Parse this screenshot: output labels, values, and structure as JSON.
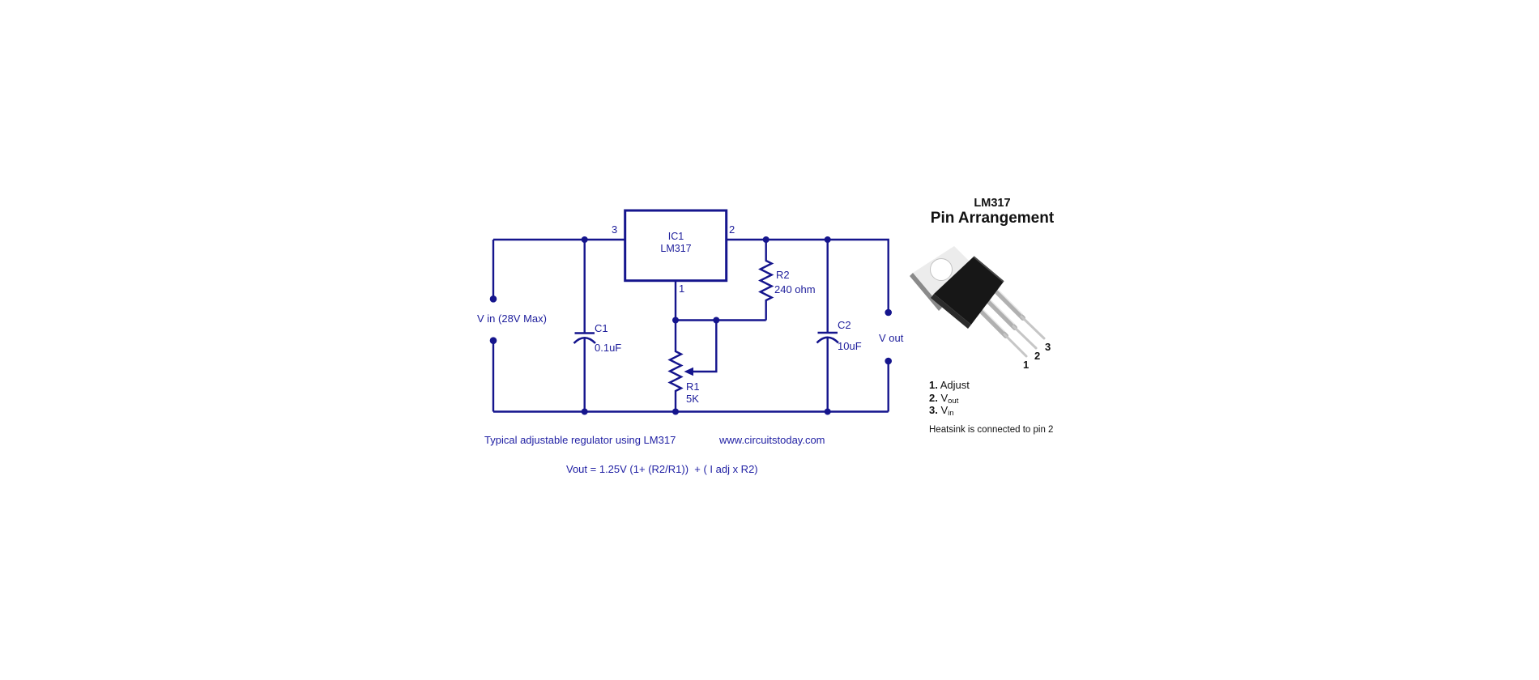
{
  "colors": {
    "background": "#ffffff",
    "wire": "#15158D",
    "schematic_text": "#1D1D9B",
    "panel_text": "#111111"
  },
  "schematic": {
    "ic": {
      "ref": "IC1",
      "part": "LM317"
    },
    "pin_labels": {
      "input": "3",
      "output": "2",
      "adjust": "1"
    },
    "input_label": "V in (28V Max)",
    "output_label": "V out",
    "components": {
      "c1": {
        "name": "C1",
        "value": "0.1uF"
      },
      "c2": {
        "name": "C2",
        "value": "10uF"
      },
      "r1": {
        "name": "R1",
        "value": "5K"
      },
      "r2": {
        "name": "R2",
        "value": "240 ohm"
      }
    },
    "caption": "Typical adjustable regulator using LM317",
    "website": "www.circuitstoday.com",
    "formula": "Vout = 1.25V (1+ (R2/R1))  + ( I adj x R2)"
  },
  "pin_panel": {
    "title_line1": "LM317",
    "title_line2": "Pin Arrangement",
    "package_pin_numbers": {
      "p1": "1",
      "p2": "2",
      "p3": "3"
    },
    "pin_list": [
      {
        "num": "1.",
        "label": "Adjust",
        "sub": ""
      },
      {
        "num": "2.",
        "label": "V",
        "sub": "out"
      },
      {
        "num": "3.",
        "label": "V",
        "sub": "in"
      }
    ],
    "note": "Heatsink is connected to pin 2"
  }
}
